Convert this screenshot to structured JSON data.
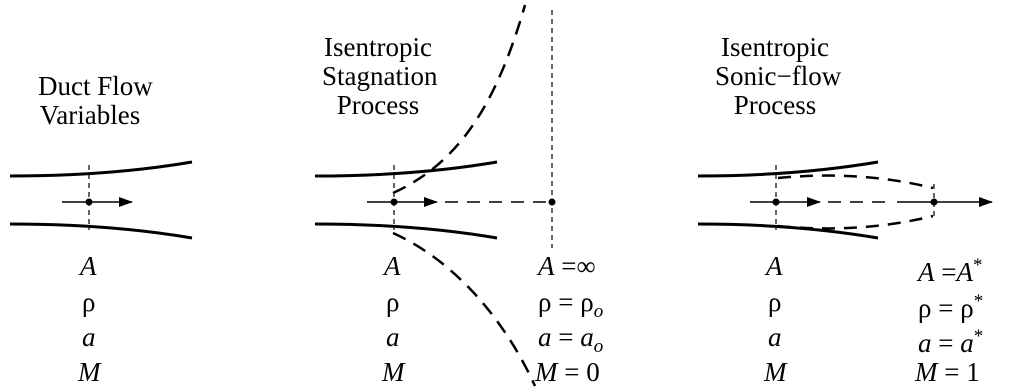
{
  "panels": [
    {
      "title_lines": [
        "Duct Flow",
        "Variables"
      ],
      "variables": [
        "A",
        "ρ",
        "a",
        "M"
      ]
    },
    {
      "title_lines": [
        "Isentropic",
        "Stagnation",
        "Process"
      ],
      "variables": [
        "A",
        "ρ",
        "a",
        "M"
      ],
      "states": {
        "area": {
          "lhs": "A",
          "eq": " =",
          "rhs": "∞"
        },
        "density": {
          "lhs": "ρ",
          "eq": " = ",
          "rhs": "ρ",
          "rhs_sub": "o"
        },
        "sound_speed": {
          "lhs": "a",
          "eq": " = ",
          "rhs": "a",
          "rhs_sub": "o"
        },
        "mach": {
          "lhs": "M",
          "eq": " = ",
          "rhs": "0"
        }
      }
    },
    {
      "title_lines": [
        "Isentropic",
        "Sonic−flow",
        "Process"
      ],
      "variables": [
        "A",
        "ρ",
        "a",
        "M"
      ],
      "states": {
        "area": {
          "lhs": "A",
          "eq": " =",
          "rhs": "A",
          "rhs_sup": "*"
        },
        "density": {
          "lhs": "ρ",
          "eq": " = ",
          "rhs": "ρ",
          "rhs_sup": "*"
        },
        "sound_speed": {
          "lhs": "a",
          "eq": " = ",
          "rhs": "a",
          "rhs_sup": "*"
        },
        "mach": {
          "lhs": "M",
          "eq": " = ",
          "rhs": "1"
        }
      }
    }
  ],
  "colors": {
    "ink": "#000000",
    "background": "#ffffff"
  }
}
